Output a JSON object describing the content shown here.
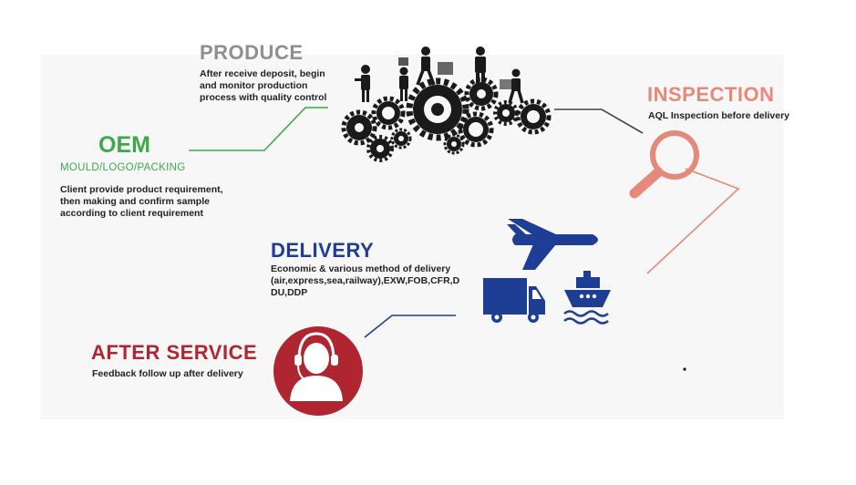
{
  "stages": {
    "produce": {
      "title": "PRODUCE",
      "description": "After receive deposit, begin\nand monitor production\nprocess with quality control"
    },
    "oem": {
      "title": "OEM",
      "subtitle": "MOULD/LOGO/PACKING",
      "description": "Client provide product requirement,\nthen making and confirm sample\naccording to client requirement"
    },
    "inspection": {
      "title": "INSPECTION",
      "description": "AQL Inspection before delivery"
    },
    "delivery": {
      "title": "DELIVERY",
      "description": "Economic & various method of delivery\n(air,express,sea,railway),EXW,FOB,CFR,D\nDU,DDP"
    },
    "after_service": {
      "title": "AFTER SERVICE",
      "description": "Feedback follow up after delivery"
    }
  },
  "icons": [
    "gears-workers-icon",
    "magnifier-icon",
    "airplane-icon",
    "truck-icon",
    "ship-icon",
    "headset-agent-icon"
  ],
  "colors": {
    "produce": "#8f8f8f",
    "oem": "#3caa48",
    "inspection": "#e58a79",
    "delivery": "#1e3e96",
    "after_service": "#b02630"
  }
}
